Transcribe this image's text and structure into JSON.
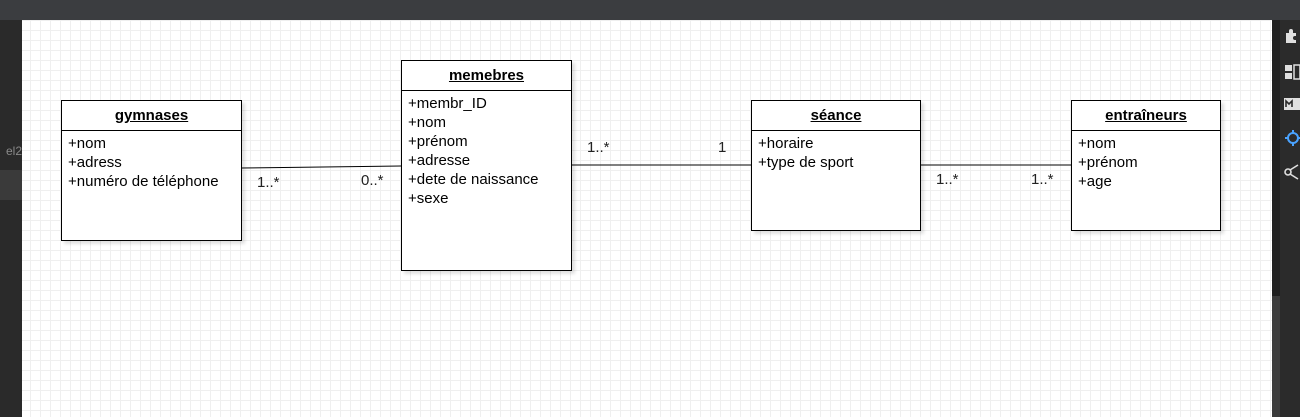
{
  "left_panel": {
    "tab_text": "el2"
  },
  "right_panel": {
    "icons": [
      "puzzle-icon",
      "layout-icon",
      "markdown-icon",
      "target-icon",
      "share-icon"
    ]
  },
  "diagram": {
    "classes": {
      "gymnases": {
        "name": "gymnases",
        "attributes": [
          "+nom",
          "+adress",
          "+numéro de téléphone"
        ]
      },
      "memebres": {
        "name": "memebres",
        "attributes": [
          "+membr_ID",
          "+nom",
          "+prénom",
          "+adresse",
          "+dete de naissance",
          "+sexe"
        ]
      },
      "seance": {
        "name": "séance",
        "attributes": [
          "+horaire",
          "+type de sport"
        ]
      },
      "entraineurs": {
        "name": "entraîneurs",
        "attributes": [
          "+nom",
          "+prénom",
          "+age"
        ]
      }
    },
    "associations": [
      {
        "from": "gymnases",
        "to": "memebres",
        "from_mult": "1..*",
        "to_mult": "0..*"
      },
      {
        "from": "memebres",
        "to": "séance",
        "from_mult": "1..*",
        "to_mult": "1"
      },
      {
        "from": "séance",
        "to": "entraîneurs",
        "from_mult": "1..*",
        "to_mult": "1..*"
      }
    ]
  }
}
